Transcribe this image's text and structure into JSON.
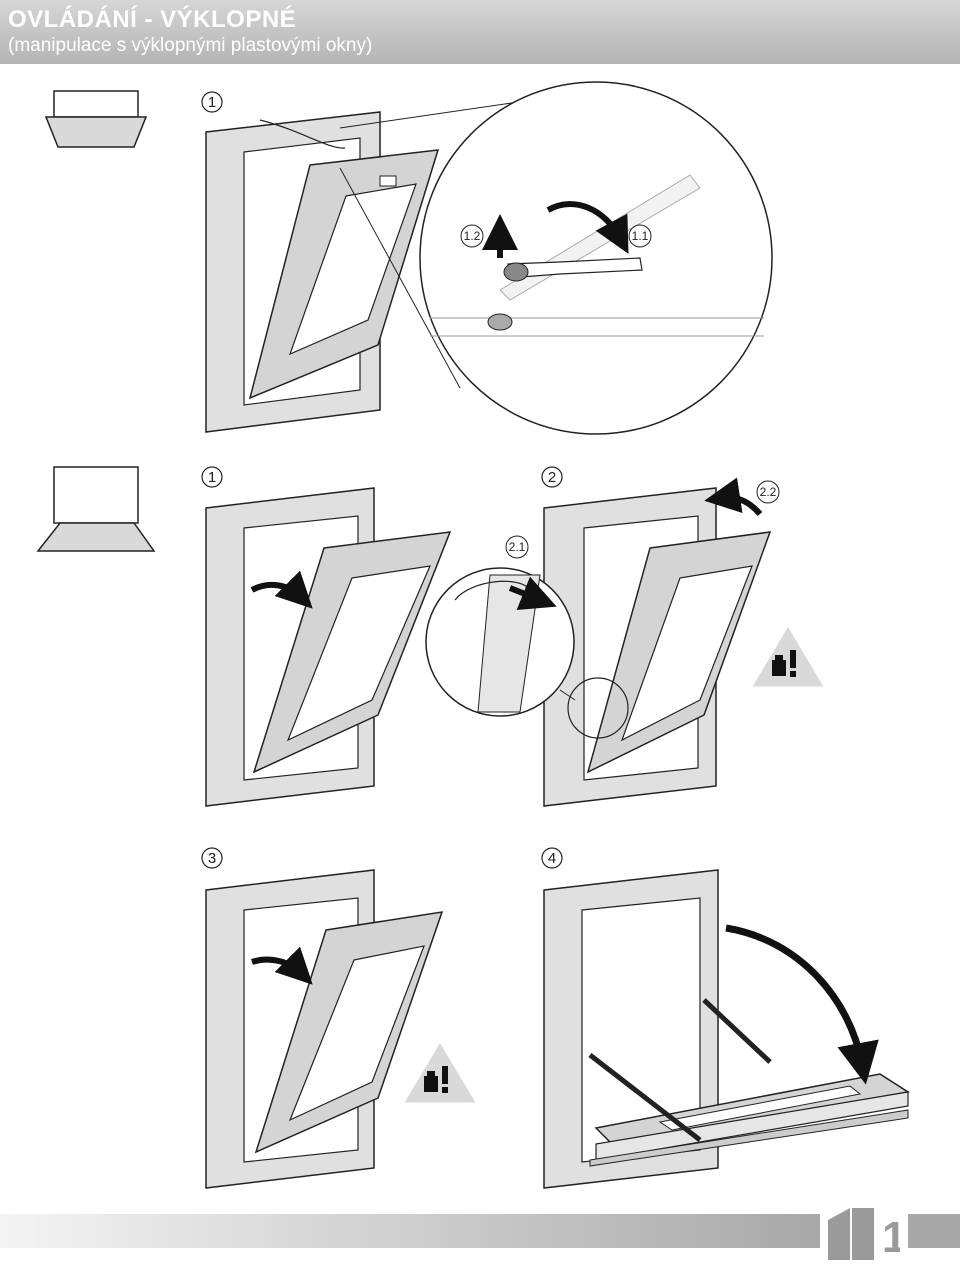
{
  "header": {
    "title": "OVLÁDÁNÍ - VÝKLOPNÉ",
    "subtitle": "(manipulace s výklopnými plastovými okny)"
  },
  "sections": {
    "top": {
      "step": "1",
      "callouts": [
        "1.2",
        "1.1"
      ]
    },
    "middle": {
      "steps": [
        "1",
        "2"
      ],
      "callouts": [
        "2.1",
        "2.2"
      ]
    },
    "bottom": {
      "steps": [
        "3",
        "4"
      ]
    }
  },
  "footer": {
    "page_number": "1"
  },
  "colors": {
    "frame_fill": "#e0e0e0",
    "outline": "#222222",
    "header_bg": "#c4c4c4",
    "warning_fill": "#d9d9d9"
  }
}
